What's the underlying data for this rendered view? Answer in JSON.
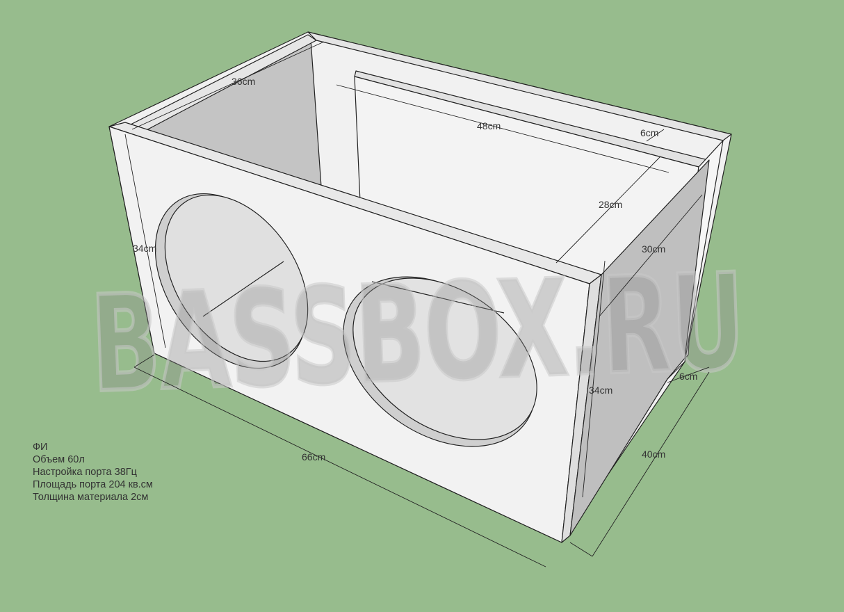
{
  "diagram": {
    "watermark": "BASSBOX.RU",
    "dimensions": {
      "left_inner_depth": "36cm",
      "port_length": "48cm",
      "port_width_top": "6cm",
      "inner_depth": "28cm",
      "side_inner_height": "30cm",
      "front_height": "34cm",
      "side_height": "34cm",
      "port_width_bottom": "6cm",
      "outer_depth": "40cm",
      "outer_width": "66cm"
    },
    "notes": [
      "ФИ",
      "Объем 60л",
      "Настройка порта 38Гц",
      "Площадь порта 204 кв.см",
      "Толщина материала 2см"
    ]
  }
}
